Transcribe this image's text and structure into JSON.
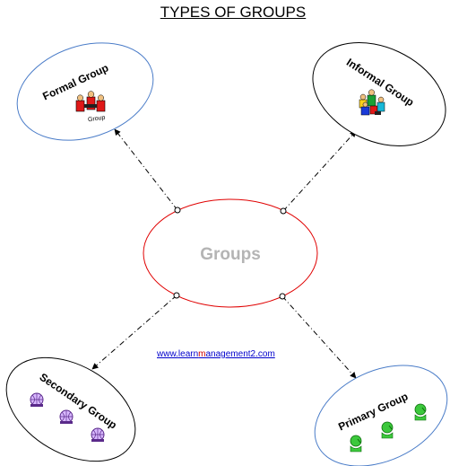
{
  "title": "TYPES OF GROUPS",
  "center": {
    "label": "Groups",
    "stroke": "#e00000",
    "text_color": "#b4b4b4"
  },
  "nodes": {
    "formal": {
      "label": "Formal Group",
      "badge": "Group",
      "stroke": "#4a7cc8",
      "icon": "formal-group-people-icon"
    },
    "informal": {
      "label": "Informal Group",
      "stroke": "#000000",
      "icon": "informal-group-people-icon"
    },
    "secondary": {
      "label": "Secondary Group",
      "stroke": "#000000",
      "icon": "purple-globe-icon"
    },
    "primary": {
      "label": "Primary Group",
      "stroke": "#4a7cc8",
      "icon": "green-person-icon"
    }
  },
  "link": {
    "pre": "www.",
    "part1": "learn",
    "part2": "m",
    "part3": "anagement2.com"
  },
  "colors": {
    "link": "#0000cc",
    "link_highlight": "#cc0000"
  }
}
